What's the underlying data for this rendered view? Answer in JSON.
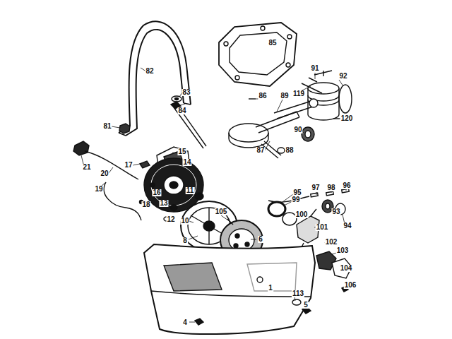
{
  "diagram": {
    "labels": [
      "82",
      "85",
      "83",
      "84",
      "81",
      "91",
      "92",
      "119",
      "86",
      "89",
      "120",
      "90",
      "87",
      "88",
      "21",
      "15",
      "14",
      "17",
      "20",
      "19",
      "16",
      "18",
      "11",
      "13",
      "12",
      "10",
      "105",
      "8",
      "6",
      "95",
      "97",
      "98",
      "96",
      "93",
      "94",
      "99",
      "100",
      "101",
      "102",
      "103",
      "104",
      "106",
      "1",
      "113",
      "5",
      "4"
    ]
  }
}
